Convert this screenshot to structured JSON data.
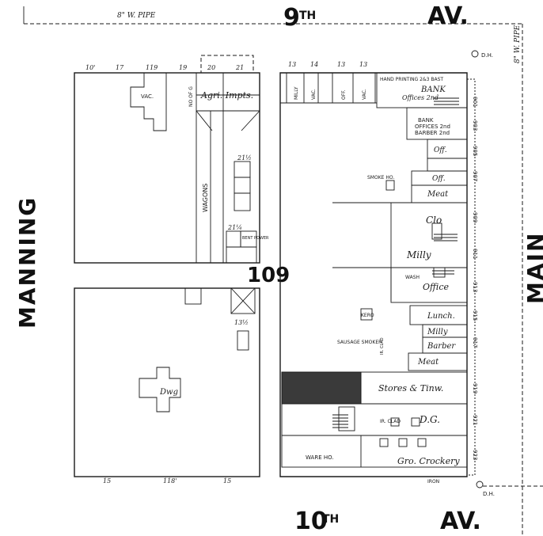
{
  "streets": {
    "north_number": "9",
    "north_suffix": "TH",
    "north_av": "AV.",
    "south_number": "10",
    "south_suffix": "TH",
    "south_av": "AV.",
    "west": "MANNING",
    "east": "MAIN"
  },
  "block_number": "109",
  "pipes": {
    "north": "8\" W. PIPE",
    "east": "8\" W. PIPE"
  },
  "hydrants": {
    "north": "D.H.",
    "south": "D.H."
  },
  "west_block": {
    "frontage_labels": [
      "10'",
      "17",
      "119",
      "19",
      "20",
      "21"
    ],
    "bottom_labels": [
      "15",
      "118'",
      "15"
    ],
    "vac": "VAC.",
    "no_of_g": "NO OF G",
    "agricultural": "Agri. Impts.",
    "wagons": "WAGONS",
    "lot_21_half": "21½",
    "lot_21_quarter": "21¼",
    "bent_power": "BENT POWER",
    "lot_13_half": "13½",
    "dwelling": "Dwg"
  },
  "east_block": {
    "top_labels": [
      "13",
      "14",
      "13",
      "13"
    ],
    "stores": [
      "MILLY",
      "VAC.",
      "OFF.",
      "VAC."
    ],
    "hand_printing": "HAND PRINTING 2&3 BAST",
    "bank_offices_top": "BANK",
    "offices_2nd": "Offices 2nd",
    "bank_offices_2": "BANK",
    "offices_barber": "OFFICES 2nd",
    "barber": "BARBER 2nd",
    "smoke_ho": "SMOKE HO.",
    "off": "Off.",
    "off_2": "Off.",
    "meat": "Meat",
    "clo": "Clo",
    "millinery": "Milly",
    "wash": "WASH",
    "office": "Office",
    "kero": "KERO",
    "lunch": "Lunch.",
    "milly_2": "Milly",
    "barber_2": "Barber",
    "meat_2": "Meat",
    "sausage_smoker": "SAUSAGE SMOKER",
    "ir_clad": "IR. CLAD",
    "stores_tinw": "Stores & Tinw.",
    "dg": "D.G.",
    "ir_clad_2": "IR. CLAD",
    "ware_ho": "WARE HO.",
    "gro_crockery": "Gro. Crockery",
    "iron": "IRON"
  },
  "address_numbers": [
    "901",
    "903",
    "905",
    "907",
    "909",
    "911",
    "913",
    "915",
    "917",
    "919",
    "921",
    "923"
  ],
  "colors": {
    "ink": "#1a1a1a",
    "paper": "#ffffff",
    "fill_dark": "#3a3a3a"
  }
}
